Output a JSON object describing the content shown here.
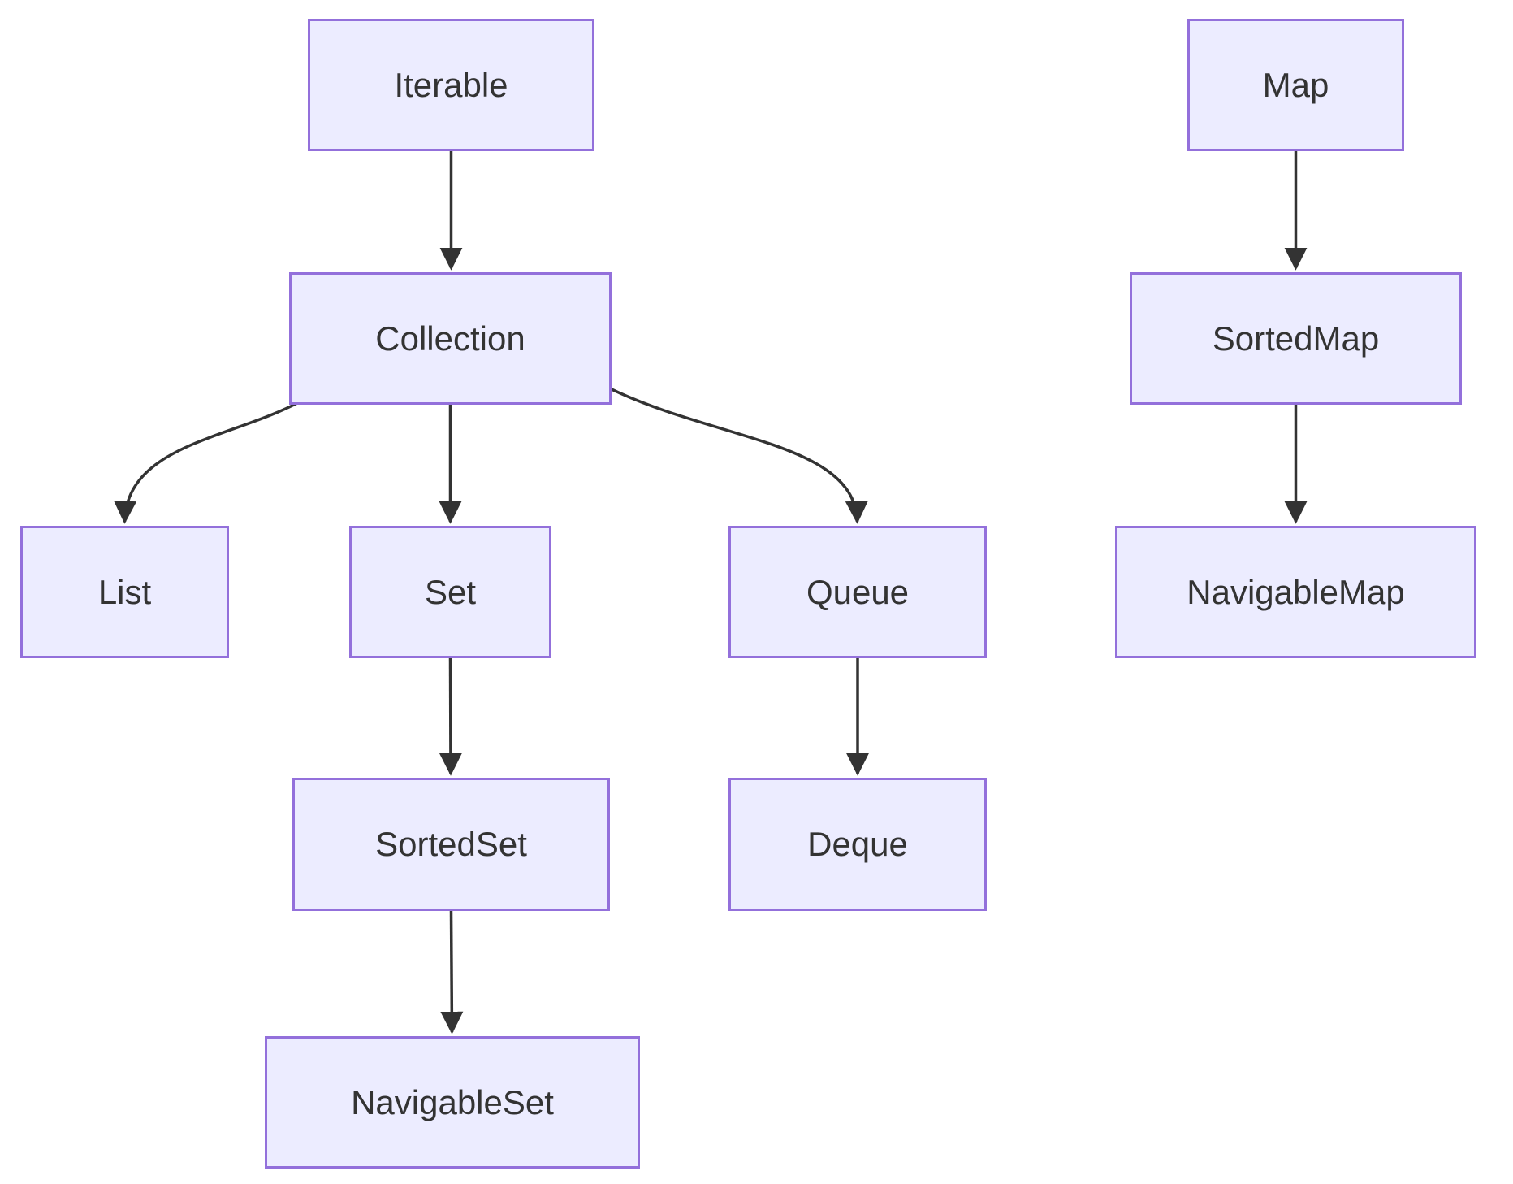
{
  "colors": {
    "background": "#FFFFFF",
    "node_fill": "#ECECFF",
    "node_border": "#9370DB",
    "edge": "#333333",
    "text": "#333333"
  },
  "diagram": {
    "type": "flowchart",
    "direction": "top-to-bottom",
    "nodes": [
      {
        "id": "iterable",
        "label": "Iterable"
      },
      {
        "id": "collection",
        "label": "Collection"
      },
      {
        "id": "list",
        "label": "List"
      },
      {
        "id": "set",
        "label": "Set"
      },
      {
        "id": "queue",
        "label": "Queue"
      },
      {
        "id": "sortedset",
        "label": "SortedSet"
      },
      {
        "id": "deque",
        "label": "Deque"
      },
      {
        "id": "navigableset",
        "label": "NavigableSet"
      },
      {
        "id": "map",
        "label": "Map"
      },
      {
        "id": "sortedmap",
        "label": "SortedMap"
      },
      {
        "id": "navigablemap",
        "label": "NavigableMap"
      }
    ],
    "edges": [
      {
        "from": "Iterable",
        "to": "Collection"
      },
      {
        "from": "Collection",
        "to": "List"
      },
      {
        "from": "Collection",
        "to": "Set"
      },
      {
        "from": "Collection",
        "to": "Queue"
      },
      {
        "from": "Set",
        "to": "SortedSet"
      },
      {
        "from": "SortedSet",
        "to": "NavigableSet"
      },
      {
        "from": "Queue",
        "to": "Deque"
      },
      {
        "from": "Map",
        "to": "SortedMap"
      },
      {
        "from": "SortedMap",
        "to": "NavigableMap"
      }
    ]
  }
}
